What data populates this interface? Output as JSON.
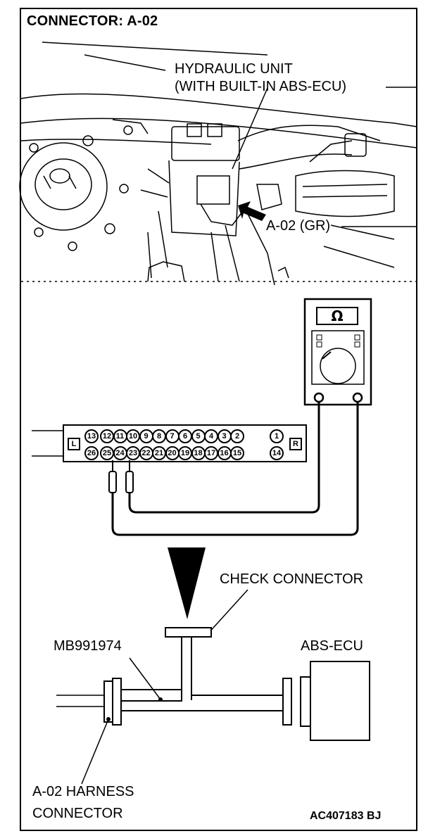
{
  "header": {
    "title": "CONNECTOR: A-02"
  },
  "photo": {
    "hydraulic_line1": "HYDRAULIC UNIT",
    "hydraulic_line2": "(WITH BUILT-IN ABS-ECU)",
    "connector_label": "A-02 (GR)"
  },
  "meter": {
    "symbol": "Ω"
  },
  "check_connector": {
    "side_left": "L",
    "side_right": "R",
    "top_pins": [
      "13",
      "12",
      "11",
      "10",
      "9",
      "8",
      "7",
      "6",
      "5",
      "4",
      "3",
      "2",
      "1"
    ],
    "bottom_pins": [
      "26",
      "25",
      "24",
      "23",
      "22",
      "21",
      "20",
      "19",
      "18",
      "17",
      "16",
      "15",
      "14"
    ]
  },
  "lower": {
    "check_connector_label": "CHECK CONNECTOR",
    "tool_label": "MB991974",
    "ecu_label": "ABS-ECU",
    "harness_line1": "A-02 HARNESS",
    "harness_line2": "CONNECTOR",
    "code": "AC407183 BJ"
  },
  "colors": {
    "ink": "#000000",
    "paper": "#ffffff"
  }
}
